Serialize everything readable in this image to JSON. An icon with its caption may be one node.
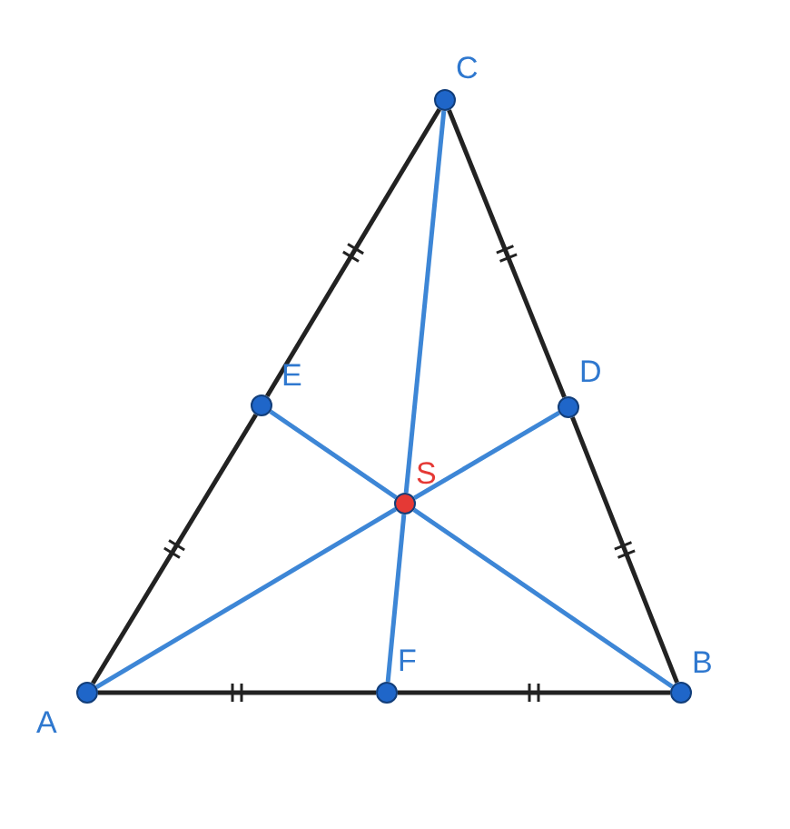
{
  "diagram": {
    "nodes": [
      {
        "text": [],
        "shape": "circle",
        "beside": [
          "C"
        ]
      },
      {
        "text": [],
        "shape": "circle",
        "beside": [
          "E"
        ]
      },
      {
        "text": [],
        "shape": "circle",
        "beside": [
          "D"
        ]
      },
      {
        "text": [],
        "shape": "circle",
        "beside": [
          "S"
        ]
      },
      {
        "text": [],
        "shape": "circle",
        "beside": [
          "A"
        ]
      },
      {
        "text": [],
        "shape": "circle",
        "beside": [
          "F"
        ]
      },
      {
        "text": [],
        "shape": "circle",
        "beside": [
          "B"
        ]
      }
    ],
    "edges": [
      {
        "from": 0,
        "to": 1,
        "arrow": "none"
      },
      {
        "from": 1,
        "to": 4,
        "arrow": "none"
      },
      {
        "from": 0,
        "to": 2,
        "arrow": "none"
      },
      {
        "from": 2,
        "to": 6,
        "arrow": "none"
      },
      {
        "from": 4,
        "to": 5,
        "arrow": "none"
      },
      {
        "from": 5,
        "to": 6,
        "arrow": "none"
      },
      {
        "from": 0,
        "to": 3,
        "arrow": "none",
        "color": "#3d86d6"
      },
      {
        "from": 3,
        "to": 5,
        "arrow": "none",
        "color": "#3d86d6"
      },
      {
        "from": 1,
        "to": 3,
        "arrow": "none",
        "color": "#3d86d6"
      },
      {
        "from": 3,
        "to": 6,
        "arrow": "none",
        "color": "#3d86d6"
      },
      {
        "from": 4,
        "to": 3,
        "arrow": "none",
        "color": "#3d86d6"
      },
      {
        "from": 3,
        "to": 2,
        "arrow": "none",
        "color": "#3d86d6"
      }
    ]
  }
}
